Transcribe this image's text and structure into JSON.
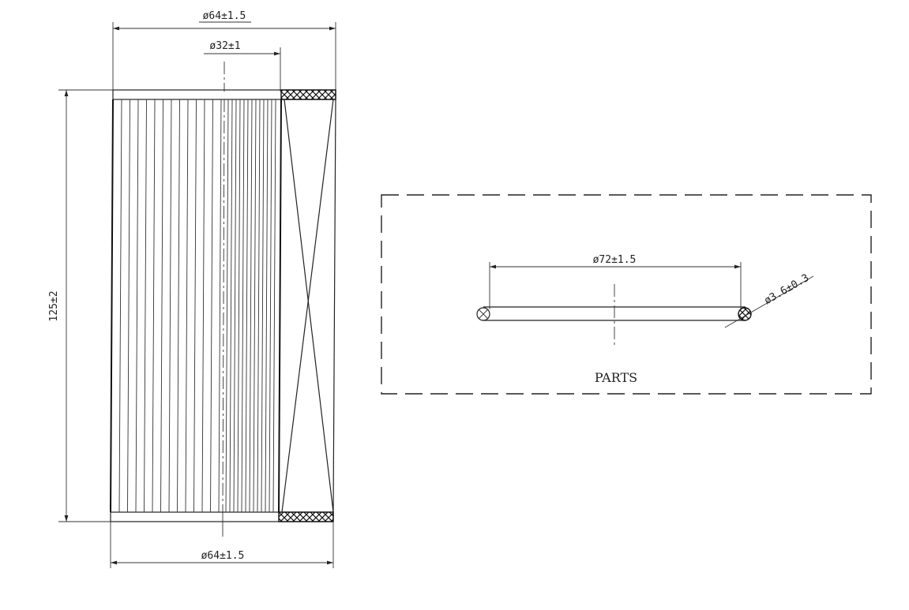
{
  "dimensions": {
    "top_outer_diameter": "ø64±1.5",
    "inner_diameter": "ø32±1",
    "length": "125±2",
    "bottom_outer_diameter": "ø64±1.5",
    "oring_diameter": "ø72±1.5",
    "oring_cross_section": "ø3.6±0.3"
  },
  "parts_label": "PARTS",
  "colors": {
    "line": "#222222",
    "background": "#ffffff"
  }
}
